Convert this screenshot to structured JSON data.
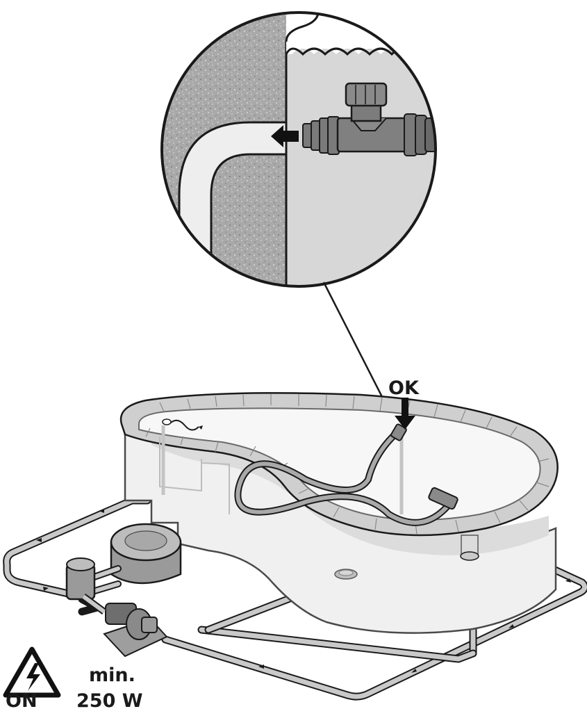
{
  "diagram": {
    "labels": {
      "ok": "OK",
      "on": "ON",
      "min": "min.",
      "power": "250 W"
    },
    "icons": [
      "electrical-hazard-warning-icon",
      "direction-arrow-icon"
    ],
    "colors": {
      "outline": "#1a1a1a",
      "concrete": "#a8a8a8",
      "water_panel": "#d9d9d9",
      "pool_wall": "#efefef",
      "pool_rim": "#cfcfcf",
      "pipe": "#bdbdbd",
      "hose": "#a9a9a9",
      "equipment": "#8f8f8f"
    }
  }
}
